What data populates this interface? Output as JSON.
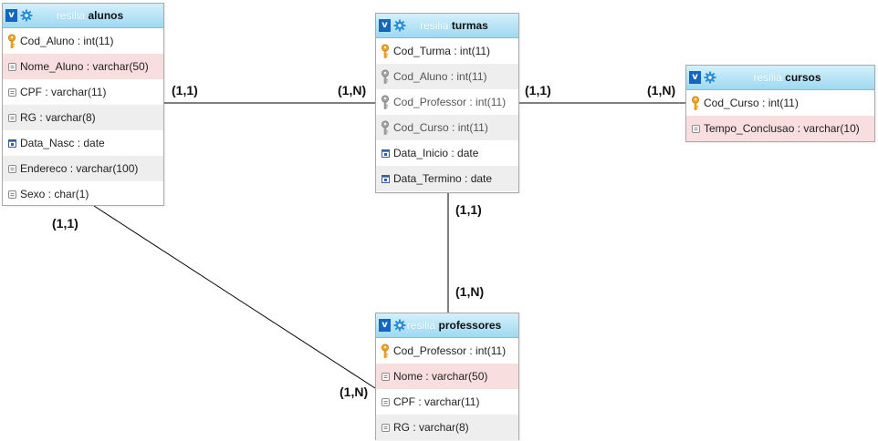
{
  "tables": {
    "alunos": {
      "db": "resilia",
      "name": "alunos",
      "fields": [
        {
          "label": "Cod_Aluno : int(11)",
          "icon": "primary-key-icon"
        },
        {
          "label": "Nome_Aluno : varchar(50)",
          "icon": "column-icon"
        },
        {
          "label": "CPF : varchar(11)",
          "icon": "column-icon"
        },
        {
          "label": "RG : varchar(8)",
          "icon": "column-icon"
        },
        {
          "label": "Data_Nasc : date",
          "icon": "date-column-icon"
        },
        {
          "label": "Endereco : varchar(100)",
          "icon": "column-icon"
        },
        {
          "label": "Sexo : char(1)",
          "icon": "column-icon"
        }
      ]
    },
    "turmas": {
      "db": "resilia",
      "name": "turmas",
      "fields": [
        {
          "label": "Cod_Turma : int(11)",
          "icon": "primary-key-icon"
        },
        {
          "label": "Cod_Aluno : int(11)",
          "icon": "foreign-key-icon"
        },
        {
          "label": "Cod_Professor : int(11)",
          "icon": "foreign-key-icon"
        },
        {
          "label": "Cod_Curso : int(11)",
          "icon": "foreign-key-icon"
        },
        {
          "label": "Data_Inicio : date",
          "icon": "date-column-icon"
        },
        {
          "label": "Data_Termino : date",
          "icon": "date-column-icon"
        }
      ]
    },
    "cursos": {
      "db": "resilia",
      "name": "cursos",
      "fields": [
        {
          "label": "Cod_Curso : int(11)",
          "icon": "primary-key-icon"
        },
        {
          "label": "Tempo_Conclusao : varchar(10)",
          "icon": "column-icon"
        }
      ]
    },
    "professores": {
      "db": "resilia",
      "name": "professores",
      "fields": [
        {
          "label": "Cod_Professor : int(11)",
          "icon": "primary-key-icon"
        },
        {
          "label": "Nome : varchar(50)",
          "icon": "column-icon"
        },
        {
          "label": "CPF : varchar(11)",
          "icon": "column-icon"
        },
        {
          "label": "RG : varchar(8)",
          "icon": "column-icon"
        }
      ]
    }
  },
  "toggle_label": "v",
  "cardinalities": {
    "alunos_turmas_left": "(1,1)",
    "alunos_turmas_right": "(1,N)",
    "turmas_cursos_left": "(1,1)",
    "turmas_cursos_right": "(1,N)",
    "turmas_professores_top": "(1,1)",
    "turmas_professores_bottom": "(1,N)",
    "alunos_professores_top": "(1,1)",
    "alunos_professores_bottom": "(1,N)"
  },
  "colors": {
    "header_top": "#d4f0fb",
    "header_bottom": "#9ed9f2",
    "row_alt": "#eeeeee",
    "row_highlight": "#f8dede",
    "toggle_blue": "#1565c0",
    "key_gold": "#f5a623"
  }
}
